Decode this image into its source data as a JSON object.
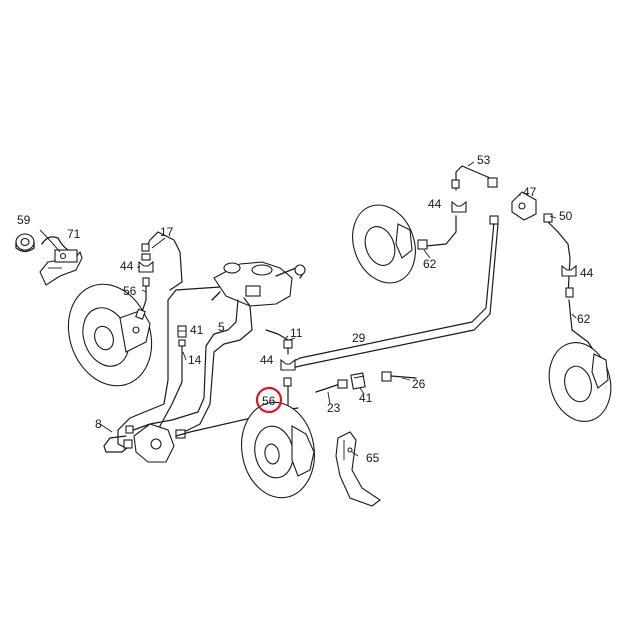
{
  "callouts": {
    "p59": "59",
    "p71": "71",
    "p17": "17",
    "p44_left": "44",
    "p56_left": "56",
    "p41_upper": "41",
    "p14": "14",
    "p5": "5",
    "p8": "8",
    "p11": "11",
    "p44_center": "44",
    "p56_center": "56",
    "p29": "29",
    "p23": "23",
    "p41_lower": "41",
    "p26": "26",
    "p65": "65",
    "p53": "53",
    "p44_top": "44",
    "p47": "47",
    "p50": "50",
    "p62_upper": "62",
    "p44_right": "44",
    "p62_right": "62"
  },
  "highlighted_callout": "56",
  "colors": {
    "line": "#1a1a1a",
    "highlight": "#e0141e",
    "background": "#ffffff"
  }
}
